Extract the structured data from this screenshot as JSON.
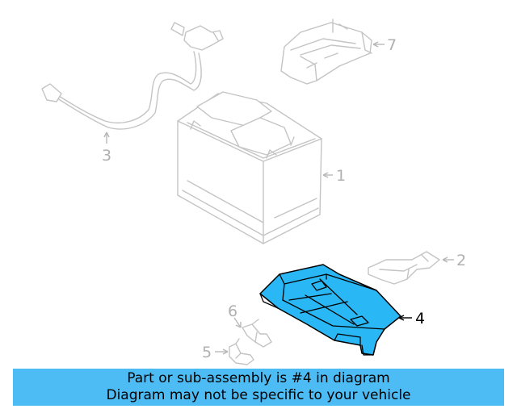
{
  "banner": {
    "line1": "Part or sub-assembly is #4 in diagram",
    "line2": "Diagram may not be specific to your vehicle",
    "background": "#4dbcf5"
  },
  "callouts": {
    "c1": "1",
    "c2": "2",
    "c3": "3",
    "c4": "4",
    "c5": "5",
    "c6": "6",
    "c7": "7"
  },
  "highlighted_part": "4",
  "colors": {
    "highlight": "#29b8f5",
    "ghost_outline": "#c4c4c4",
    "active_text": "#000000"
  }
}
